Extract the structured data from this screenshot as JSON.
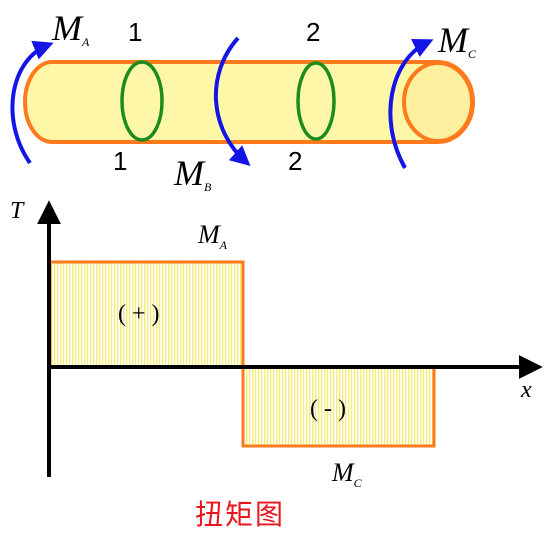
{
  "shaft": {
    "moments": {
      "a_main": "M",
      "a_sub": "A",
      "b_main": "M",
      "b_sub": "B",
      "c_main": "M",
      "c_sub": "C"
    },
    "sections": {
      "top_1": "1",
      "bottom_1": "1",
      "top_2": "2",
      "bottom_2": "2"
    }
  },
  "diagram": {
    "y_axis_label": "T",
    "x_axis_label": "x",
    "segment1_label_main": "M",
    "segment1_label_sub": "A",
    "segment2_label_main": "M",
    "segment2_label_sub": "C",
    "positive_sign": "( + )",
    "negative_sign": "( - )",
    "caption": "扭矩图"
  },
  "colors": {
    "shaft_fill": "#fff7a8",
    "outline": "#ff7a1c",
    "ring": "#1c8c1c",
    "arrow": "#1414e6",
    "caption": "#e8141e",
    "hatch": "#f5ec70"
  }
}
